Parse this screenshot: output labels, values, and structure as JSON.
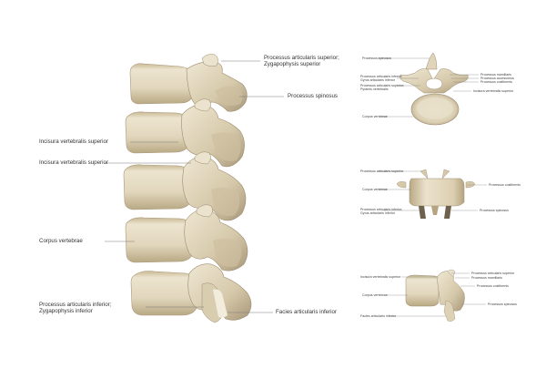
{
  "lateral_view": {
    "labels": {
      "processus_articularis_superior": [
        "Processus articularis superior;",
        "Zygapophysis superior"
      ],
      "processus_spinosus": "Processus spinosus",
      "incisura_1": "Incisura vertebralis superior",
      "incisura_2": "Incisura vertebralis superior",
      "corpus_vertebrae": "Corpus vertebrae",
      "processus_articularis_inferior": [
        "Processus articularis inferior;",
        "Zygapophysis inferior"
      ],
      "facies_articularis_inferior": "Facies articularis inferior"
    }
  },
  "top_view": {
    "labels": {
      "processus_spinosus": "Processus spinosus",
      "processus_articularis_inferior": [
        "Processus articularis inferior;",
        "Gyrus articularis inferior"
      ],
      "processus_articularis_superior": [
        "Processus articularis superior;",
        "Pyramis vertebralis"
      ],
      "corpus_vertebrae": "Corpus vertebrae",
      "processus_mamillaris": "Processus mamillaris",
      "processus_accessorius": "Processus accessorius",
      "processus_costiformis": "Processus costiformis",
      "incisura_vertebralis_superior": "Incisura vertebralis superior"
    }
  },
  "front_view": {
    "labels": {
      "processus_articularis_superior": "Processus articularis superior",
      "corpus_vertebrae": "Corpus vertebrae",
      "processus_articularis_inferior": [
        "Processus articularis inferior;",
        "Gyrus articularis inferior"
      ],
      "processus_costiformis": "Processus costiformis",
      "processus_spinosus": "Processus spinosus"
    }
  },
  "side_view": {
    "labels": {
      "incisura_vertebralis_superior": "Incisura vertebralis superior",
      "corpus_vertebrae": "Corpus vertebrae",
      "facies_articularis_inferior": "Facies articularis inferior",
      "processus_articularis_superior": "Processus articularis superior",
      "processus_mamillaris": "Processus mamillaris",
      "processus_costiformis": "Processus costiformis",
      "processus_spinosus": "Processus spinosus"
    }
  },
  "colors": {
    "bone_light": "#e6dcc4",
    "bone_mid": "#d2c4a2",
    "bone_dark": "#a8977a",
    "bone_shadow": "#8c7c62",
    "leader_line": "#7a7a7a",
    "background": "#ffffff"
  }
}
